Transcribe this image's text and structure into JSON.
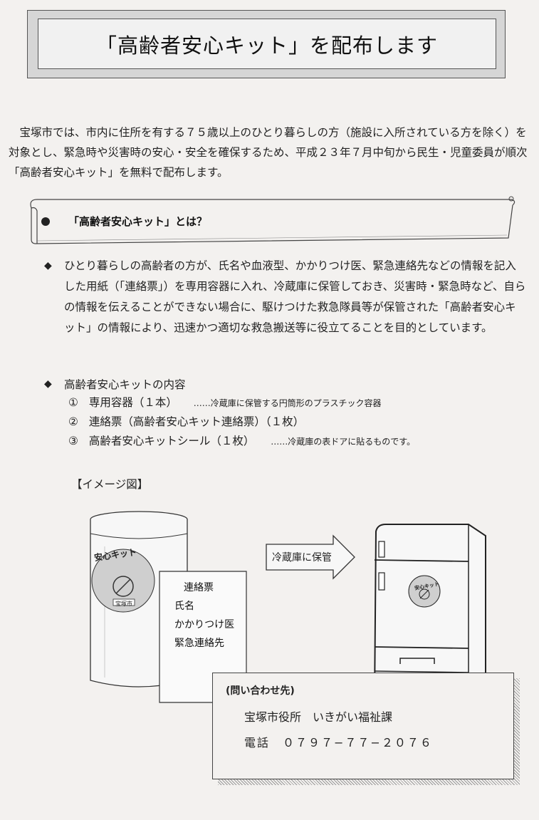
{
  "title": "「高齢者安心キット」を配布します",
  "intro": "宝塚市では、市内に住所を有する７５歳以上のひとり暮らしの方（施設に入所されている方を除く）を対象とし、緊急時や災害時の安心・安全を確保するため、平成２３年７月中旬から民生・児童委員が順次「高齢者安心キット」を無料で配布します。",
  "section": {
    "heading": "「高齢者安心キット」とは？",
    "description": "ひとり暮らしの高齢者の方が、氏名や血液型、かかりつけ医、緊急連絡先などの情報を記入した用紙（「連絡票」）を専用容器に入れ、冷蔵庫に保管しておき、災害時・緊急時など、自らの情報を伝えることができない場合に、駆けつけた救急隊員等が保管された「高齢者安心キット」の情報により、迅速かつ適切な救急搬送等に役立てることを目的としています。",
    "contents_title": "高齢者安心キットの内容",
    "items": [
      {
        "num": "①",
        "text": "専用容器（１本）",
        "note": "……冷蔵庫に保管する円筒形のプラスチック容器"
      },
      {
        "num": "②",
        "text": "連絡票（高齢者安心キット連絡票）（１枚）",
        "note": ""
      },
      {
        "num": "③",
        "text": "高齢者安心キットシール（１枚）",
        "note": "……冷蔵庫の表ドアに貼るものです。"
      }
    ]
  },
  "illustration": {
    "label": "【イメージ図】",
    "sticker_text": "安心キット",
    "sticker_city": "宝塚市",
    "memo": {
      "title": "連絡票",
      "line1": "氏名",
      "line2": "かかりつけ医",
      "line3": "緊急連絡先"
    },
    "arrow_text": "冷蔵庫に保管",
    "fridge_sticker": "安心キット"
  },
  "contact": {
    "heading": "(問い合わせ先)",
    "office": "宝塚市役所　いきがい福祉課",
    "phone": "電話　０７９７−７７−２０７６"
  },
  "colors": {
    "background": "#f3f1ef",
    "title_frame": "#d6d6d6",
    "ink": "#222222"
  }
}
